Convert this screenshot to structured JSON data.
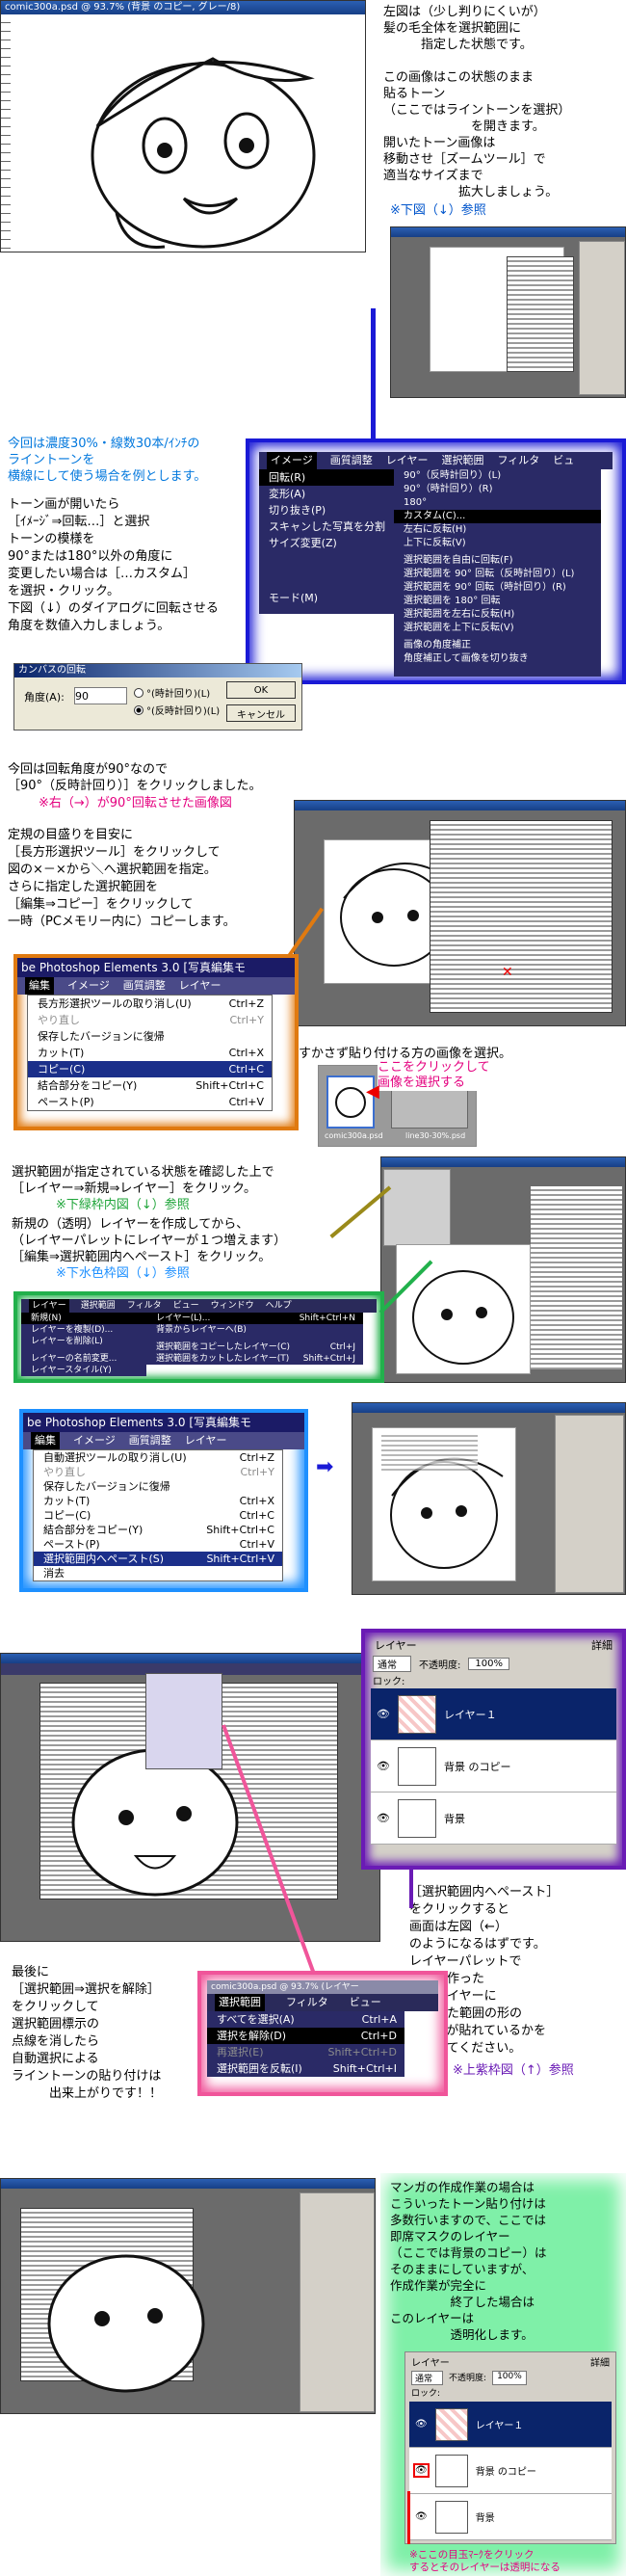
{
  "section1": {
    "window_title": "comic300a.psd @ 93.7% (背景 のコピー, グレー/8)",
    "text": "左図は（少し判りにくいが）\n髪の毛全体を選択範囲に\n　　　指定した状態です。\n\nこの画像はこの状態のまま\n貼るトーン\n（ここではライントーンを選択）\n　　　　　　　を開きます。\n開いたトーン画像は\n移動させ［ズームツール］で\n適当なサイズまで\n　　　　　　拡大しましょう。",
    "ref": "※下図（↓）参照"
  },
  "section2": {
    "intro": "今回は濃度30%・線数30本/ｲﾝﾁの\nライントーンを\n横線にして使う場合を例とします。",
    "text": "トーン画が開いたら\n［ｲﾒｰｼﾞ⇒回転…］と選択\nトーンの模様を\n90°または180°以外の角度に\n変更したい場合は［…カスタム］\nを選択・クリック。\n下図（↓）のダイアログに回転させる\n角度を数値入力しましょう。",
    "menubar": [
      "イメージ",
      "画質調整",
      "レイヤー",
      "選択範囲",
      "フィルタ",
      "ビュ"
    ],
    "menu_left": [
      "回転(R)",
      "変形(A)",
      "切り抜き(P)",
      "スキャンした写真を分割",
      "サイズ変更(Z)",
      "モード(M)"
    ],
    "menu_right": [
      "90°（反時計回り）(L)",
      "90°（時計回り）(R)",
      "180°",
      "カスタム(C)...",
      "左右に反転(H)",
      "上下に反転(V)",
      "選択範囲を自由に回転(F)",
      "選択範囲を 90° 回転（反時計回り）(L)",
      "選択範囲を 90° 回転（時計回り）(R)",
      "選択範囲を 180° 回転",
      "選択範囲を左右に反転(H)",
      "選択範囲を上下に反転(V)",
      "画像の角度補正",
      "角度補正して画像を切り抜き"
    ],
    "dialog": {
      "title": "カンバスの回転",
      "angle_label": "角度(A):",
      "angle_value": "90",
      "radio1": "°(時計回り)(L)",
      "radio2": "°(反時計回り)(L)",
      "ok": "OK",
      "cancel": "キャンセル"
    }
  },
  "section3": {
    "text1": "今回は回転角度が90°なので\n［90°（反時計回り）］をクリックしました。",
    "ref1": "※右（→）が90°回転させた画像図",
    "text2": "定規の目盛りを目安に\n［長方形選択ツール］をクリックして\n図の×－×から＼へ選択範囲を指定。\nさらに指定した選択範囲を\n［編集⇒コピー］をクリックして\n一時（PCメモリー内に）コピーします。",
    "app_title": "be Photoshop Elements 3.0 [写真編集モ",
    "menubar": [
      "編集",
      "イメージ",
      "画質調整",
      "レイヤー"
    ],
    "edit_items": [
      {
        "label": "長方形選択ツールの取り消し(U)",
        "shortcut": "Ctrl+Z"
      },
      {
        "label": "やり直し",
        "shortcut": "Ctrl+Y"
      },
      {
        "label": "保存したバージョンに復帰",
        "shortcut": ""
      },
      {
        "label": "カット(T)",
        "shortcut": "Ctrl+X"
      },
      {
        "label": "コピー(C)",
        "shortcut": "Ctrl+C"
      },
      {
        "label": "結合部分をコピー(Y)",
        "shortcut": "Shift+Ctrl+C"
      },
      {
        "label": "ペースト(P)",
        "shortcut": "Ctrl+V"
      }
    ]
  },
  "section4": {
    "text": "すかさず貼り付ける方の画像を選択。",
    "callout": "ここをクリックして\n画像を選択する",
    "thumb1": "comic300a.psd",
    "thumb2": "line30-30%.psd"
  },
  "section5": {
    "text1": "選択範囲が指定されている状態を確認した上で\n［レイヤー⇒新規⇒レイヤー］をクリック。",
    "ref1": "※下緑枠内図（↓）参照",
    "text2": "新規の（透明）レイヤーを作成してから、\n（レイヤーパレットにレイヤーが１つ増えます）\n［編集⇒選択範囲内へペースト］をクリック。",
    "ref2": "※下水色枠図（↓）参照",
    "menubar": [
      "レイヤー",
      "選択範囲",
      "フィルタ",
      "ビュー",
      "ウィンドウ",
      "ヘルプ"
    ],
    "left_items": [
      "新規(N)",
      "レイヤーを複製(D)...",
      "レイヤーを削除(L)",
      "レイヤーの名前変更...",
      "レイヤースタイル(Y)"
    ],
    "right_items": [
      {
        "label": "レイヤー(L)...",
        "shortcut": "Shift+Ctrl+N"
      },
      {
        "label": "背景からレイヤーへ(B)",
        "shortcut": ""
      },
      {
        "label": "選択範囲をコピーしたレイヤー(C)",
        "shortcut": "Ctrl+J"
      },
      {
        "label": "選択範囲をカットしたレイヤー(T)",
        "shortcut": "Shift+Ctrl+J"
      }
    ]
  },
  "section6": {
    "app_title": "be Photoshop Elements 3.0 [写真編集モ",
    "menubar": [
      "編集",
      "イメージ",
      "画質調整",
      "レイヤー"
    ],
    "edit_items": [
      {
        "label": "自動選択ツールの取り消し(U)",
        "shortcut": "Ctrl+Z"
      },
      {
        "label": "やり直し",
        "shortcut": "Ctrl+Y"
      },
      {
        "label": "保存したバージョンに復帰",
        "shortcut": ""
      },
      {
        "label": "カット(T)",
        "shortcut": "Ctrl+X"
      },
      {
        "label": "コピー(C)",
        "shortcut": "Ctrl+C"
      },
      {
        "label": "結合部分をコピー(Y)",
        "shortcut": "Shift+Ctrl+C"
      },
      {
        "label": "ペースト(P)",
        "shortcut": "Ctrl+V"
      },
      {
        "label": "選択範囲内へペースト(S)",
        "shortcut": "Shift+Ctrl+V"
      },
      {
        "label": "消去",
        "shortcut": ""
      }
    ]
  },
  "section7": {
    "layers_panel": {
      "title": "レイヤー",
      "details": "詳細",
      "mode": "通常",
      "opacity_label": "不透明度:",
      "opacity_value": "100%",
      "lock_label": "ロック:",
      "layers": [
        "レイヤー１",
        "背景 のコピー",
        "背景"
      ]
    },
    "text": "［選択範囲内へペースト］\nをクリックすると\n画面は左図（←）\nのようになるはずです。\nレイヤーパレットで\nさっき作った\n新規レイヤーに\n指定した範囲の形の\nトーンが貼れているかを\n確認してください。",
    "ref": "※上紫枠図（↑）参照"
  },
  "section8": {
    "text": "最後に\n［選択範囲⇒選択を解除］\nをクリックして\n選択範囲標示の\n点線を消したら\n自動選択による\nライントーンの貼り付けは\n　　　出来上がりです！！",
    "app_title": "comic300a.psd @ 93.7% (レイヤー",
    "menubar": [
      "選択範囲",
      "フィルタ",
      "ビュー"
    ],
    "items": [
      {
        "label": "すべてを選択(A)",
        "shortcut": "Ctrl+A"
      },
      {
        "label": "選択を解除(D)",
        "shortcut": "Ctrl+D"
      },
      {
        "label": "再選択(E)",
        "shortcut": "Shift+Ctrl+D"
      },
      {
        "label": "選択範囲を反転(I)",
        "shortcut": "Shift+Ctrl+I"
      }
    ]
  },
  "section9": {
    "text": "マンガの作成作業の場合は\nこういったトーン貼り付けは\n多数行いますので、ここでは\n即席マスクのレイヤー\n（ここでは背景のコピー）は\nそのままにしていますが、\n作成作業が完全に\n　　　　　終了した場合は\nこのレイヤーは\n　　　　　透明化します。",
    "layers_panel": {
      "title": "レイヤー",
      "details": "詳細",
      "mode": "通常",
      "opacity_label": "不透明度:",
      "opacity_value": "100%",
      "lock_label": "ロック:",
      "layers": [
        "レイヤー１",
        "背景 のコピー",
        "背景"
      ]
    },
    "note": "※ここの目玉ﾏｰｸをクリック\nするとそのレイヤーは透明になる"
  },
  "colors": {
    "blue_frame": "#1a1ad6",
    "orange_frame": "#e07a10",
    "green_frame": "#22b14c",
    "cyan_frame": "#1e90ff",
    "purple_frame": "#6a1bb5",
    "pink_frame": "#f0559a",
    "mint_bg": "#7ff0a8"
  }
}
